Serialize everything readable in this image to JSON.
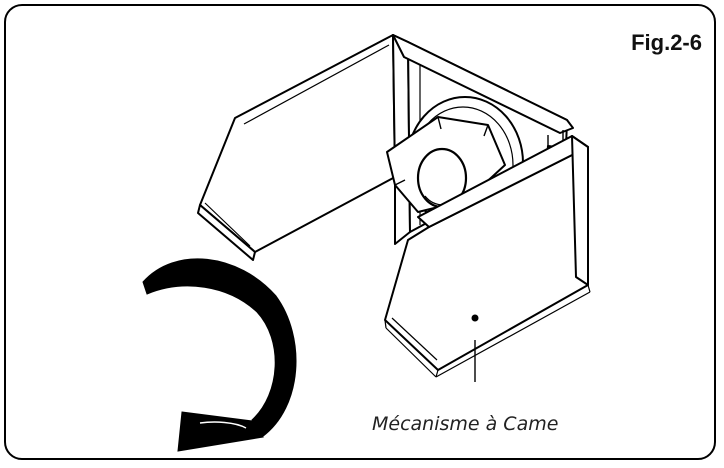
{
  "figure": {
    "title": "Fig.2-6",
    "caption": "Mécanisme à Came"
  },
  "illustration": {
    "subject": "cam-mechanism",
    "arrow_direction": "clockwise"
  },
  "colors": {
    "line": "#000000",
    "background": "#ffffff"
  }
}
